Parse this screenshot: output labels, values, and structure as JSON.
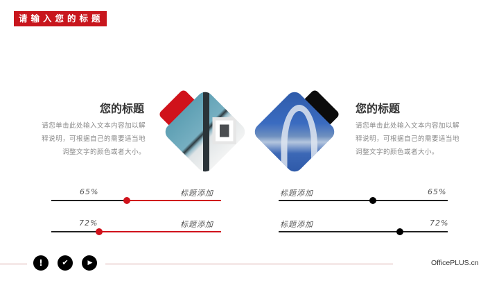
{
  "header": {
    "title": "请输入您的标题",
    "accent_color": "#c8161d"
  },
  "left_block": {
    "heading": "您的标题",
    "description_lines": [
      "请您单击此处输入文本内容加以解",
      "释说明，可根据自己的需要适当地",
      "调整文字的颜色或者大小。"
    ]
  },
  "right_block": {
    "heading": "您的标题",
    "description_lines": [
      "请您单击此处输入文本内容加以解",
      "释说明，可根据自己的需要适当地",
      "调整文字的颜色或者大小。"
    ]
  },
  "images": {
    "left": {
      "subject": "modern-building",
      "accent_shape_color": "#d0121b"
    },
    "right": {
      "subject": "gateway-arch",
      "accent_shape_color": "#0c0c0c"
    }
  },
  "left_sliders": [
    {
      "value_label": "65%",
      "title": "标题添加",
      "color": "#d0121b"
    },
    {
      "value_label": "72%",
      "title": "标题添加",
      "color": "#d0121b"
    }
  ],
  "right_sliders": [
    {
      "value_label": "65%",
      "title": "标题添加",
      "color": "#000000"
    },
    {
      "value_label": "72%",
      "title": "标题添加",
      "color": "#000000"
    }
  ],
  "footer": {
    "icons": [
      {
        "name": "exclamation-icon",
        "glyph": "!"
      },
      {
        "name": "check-icon",
        "glyph": "✔"
      },
      {
        "name": "play-icon",
        "glyph": "▶"
      }
    ],
    "brand": "OfficePLUS.cn",
    "line_color": "#d7a5a3"
  }
}
